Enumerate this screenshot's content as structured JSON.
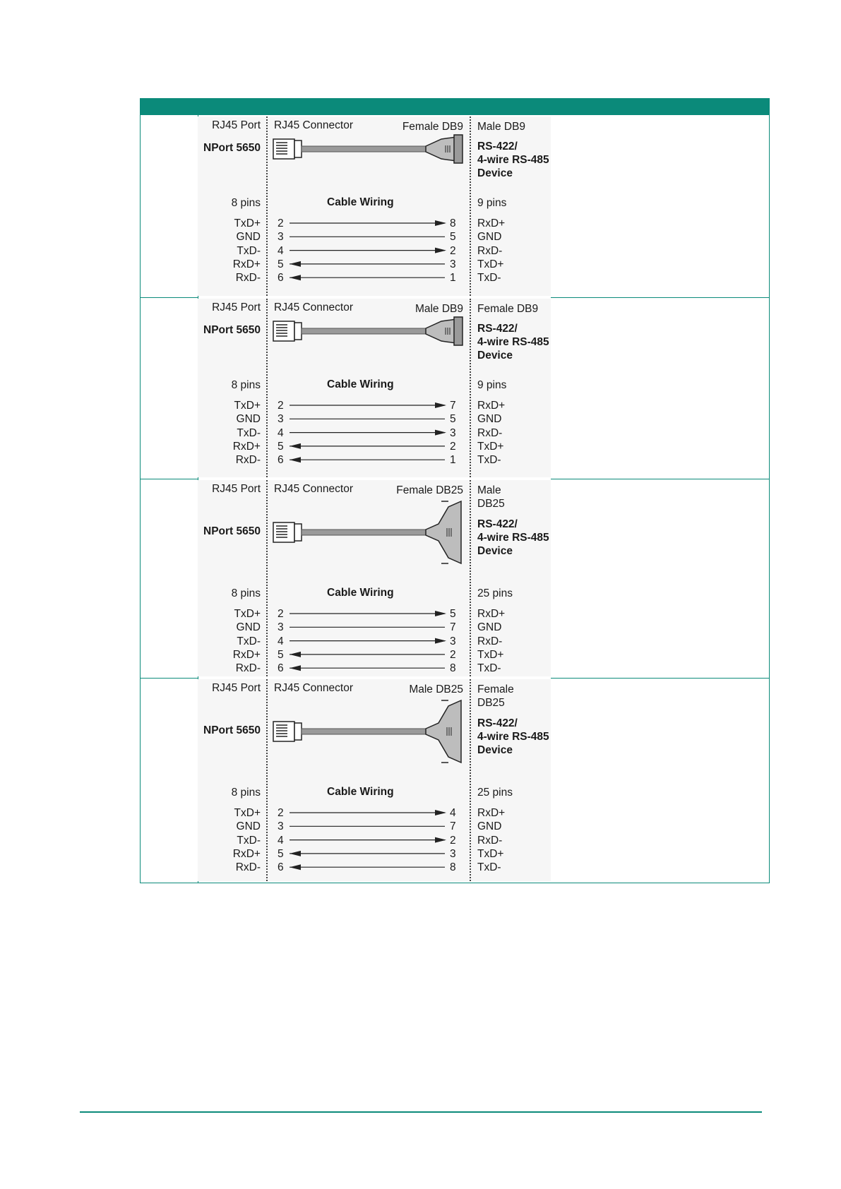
{
  "cables": [
    {
      "rj45_port": "RJ45 Port",
      "rj45_connector": "RJ45 Connector",
      "cable_end": "Female DB9",
      "device_connector": [
        "Male DB9"
      ],
      "nport": "NPort 5650",
      "device": [
        "RS-422/",
        "4-wire RS-485",
        "Device"
      ],
      "left_pins": "8 pins",
      "cable_wiring": "Cable Wiring",
      "right_pins": "9 pins",
      "left_signals": [
        "TxD+",
        "GND",
        "TxD-",
        "RxD+",
        "RxD-"
      ],
      "left_nums": [
        "2",
        "3",
        "4",
        "5",
        "6"
      ],
      "right_nums": [
        "8",
        "5",
        "2",
        "3",
        "1"
      ],
      "right_signals": [
        "RxD+",
        "GND",
        "RxD-",
        "TxD+",
        "TxD-"
      ],
      "arrows": [
        "right",
        "none",
        "right",
        "left",
        "left"
      ],
      "connector_shape": "db9"
    },
    {
      "rj45_port": "RJ45 Port",
      "rj45_connector": "RJ45 Connector",
      "cable_end": "Male DB9",
      "device_connector": [
        "Female DB9"
      ],
      "nport": "NPort 5650",
      "device": [
        "RS-422/",
        "4-wire RS-485",
        "Device"
      ],
      "left_pins": "8 pins",
      "cable_wiring": "Cable Wiring",
      "right_pins": "9 pins",
      "left_signals": [
        "TxD+",
        "GND",
        "TxD-",
        "RxD+",
        "RxD-"
      ],
      "left_nums": [
        "2",
        "3",
        "4",
        "5",
        "6"
      ],
      "right_nums": [
        "7",
        "5",
        "3",
        "2",
        "1"
      ],
      "right_signals": [
        "RxD+",
        "GND",
        "RxD-",
        "TxD+",
        "TxD-"
      ],
      "arrows": [
        "right",
        "none",
        "right",
        "left",
        "left"
      ],
      "connector_shape": "db9"
    },
    {
      "rj45_port": "RJ45 Port",
      "rj45_connector": "RJ45 Connector",
      "cable_end": "Female DB25",
      "device_connector": [
        "Male",
        "DB25"
      ],
      "nport": "NPort 5650",
      "device": [
        "RS-422/",
        "4-wire RS-485",
        "Device"
      ],
      "left_pins": "8 pins",
      "cable_wiring": "Cable Wiring",
      "right_pins": "25 pins",
      "left_signals": [
        "TxD+",
        "GND",
        "TxD-",
        "RxD+",
        "RxD-"
      ],
      "left_nums": [
        "2",
        "3",
        "4",
        "5",
        "6"
      ],
      "right_nums": [
        "5",
        "7",
        "3",
        "2",
        "8"
      ],
      "right_signals": [
        "RxD+",
        "GND",
        "RxD-",
        "TxD+",
        "TxD-"
      ],
      "arrows": [
        "right",
        "none",
        "right",
        "left",
        "left"
      ],
      "connector_shape": "db25"
    },
    {
      "rj45_port": "RJ45 Port",
      "rj45_connector": "RJ45 Connector",
      "cable_end": "Male DB25",
      "device_connector": [
        "Female",
        "DB25"
      ],
      "nport": "NPort 5650",
      "device": [
        "RS-422/",
        "4-wire RS-485",
        "Device"
      ],
      "left_pins": "8 pins",
      "cable_wiring": "Cable Wiring",
      "right_pins": "25 pins",
      "left_signals": [
        "TxD+",
        "GND",
        "TxD-",
        "RxD+",
        "RxD-"
      ],
      "left_nums": [
        "2",
        "3",
        "4",
        "5",
        "6"
      ],
      "right_nums": [
        "4",
        "7",
        "2",
        "3",
        "8"
      ],
      "right_signals": [
        "RxD+",
        "GND",
        "RxD-",
        "TxD+",
        "TxD-"
      ],
      "arrows": [
        "right",
        "none",
        "right",
        "left",
        "left"
      ],
      "connector_shape": "db25"
    }
  ],
  "colors": {
    "accent": "#0b8a7a",
    "panel": "#f6f6f6",
    "cable": "#9a9a9a"
  }
}
